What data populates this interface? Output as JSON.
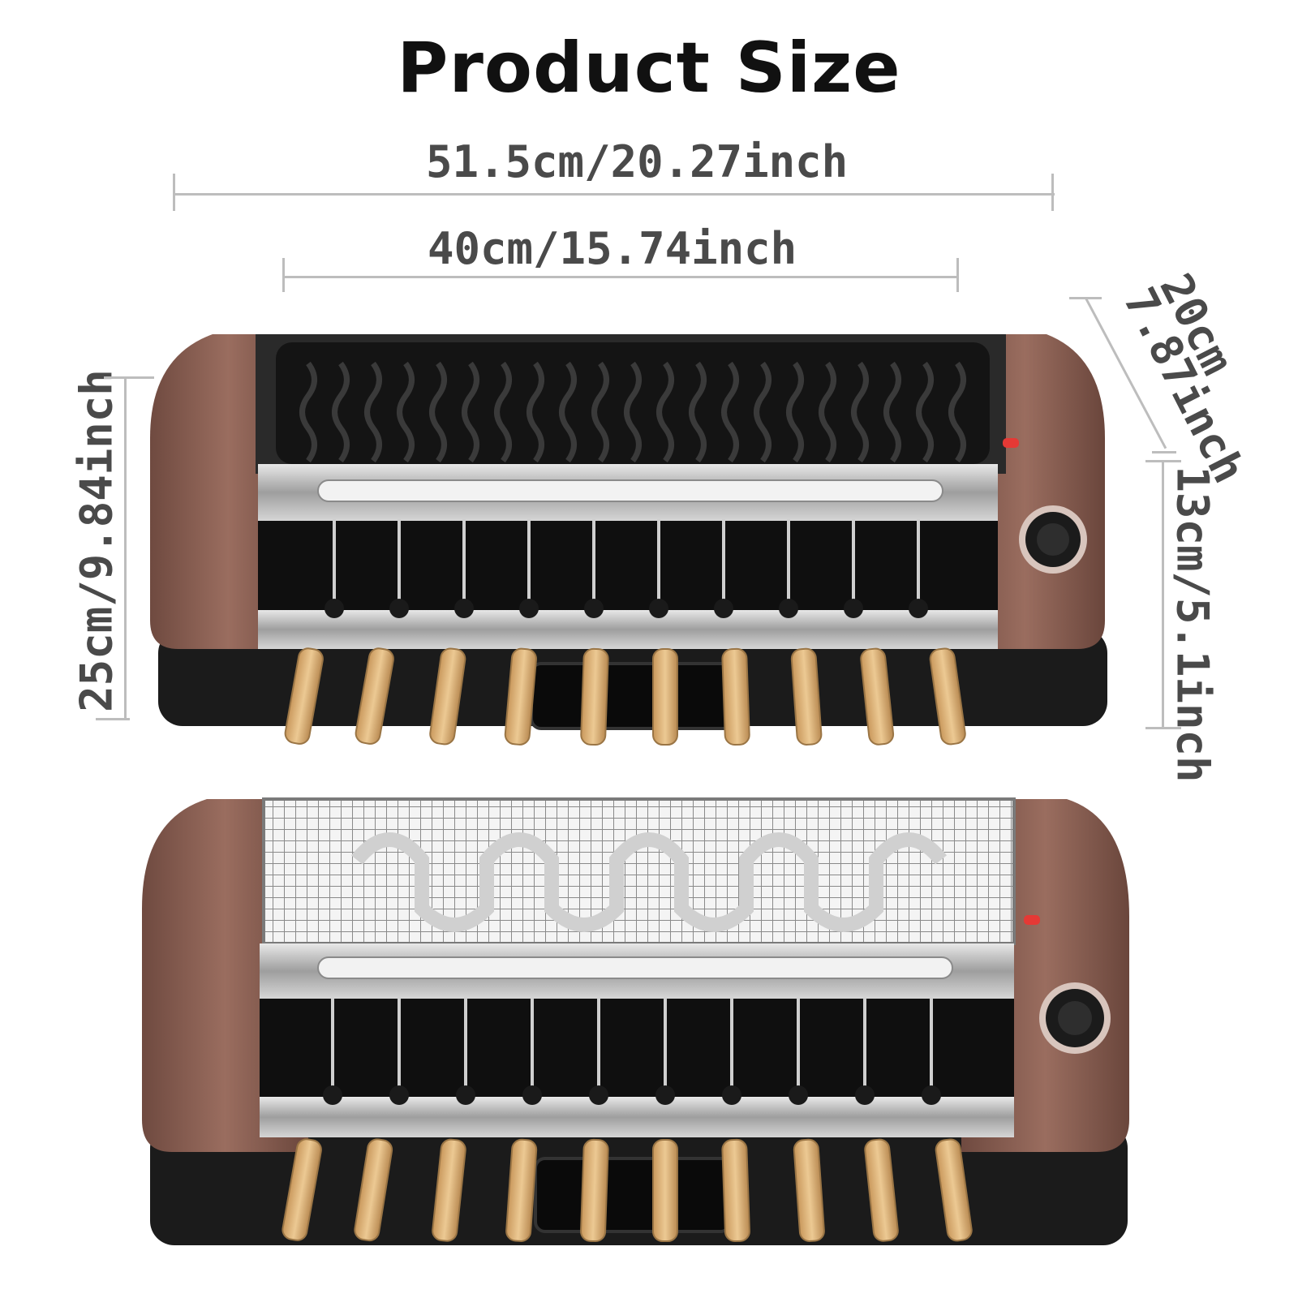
{
  "title": "Product Size",
  "dimensions": {
    "total_width": "51.5cm/20.27inch",
    "plate_width": "40cm/15.74inch",
    "height": "25cm/9.84inch",
    "depth_cm": "20cm",
    "depth_inch": "7.87inch",
    "upper_height": "13cm/5.1inch"
  },
  "colors": {
    "wood": "#8a5f52",
    "body": "#1b1b1b",
    "steel": "#c8c8c8",
    "handle": "#d9b27a",
    "indicator": "#e53935"
  }
}
